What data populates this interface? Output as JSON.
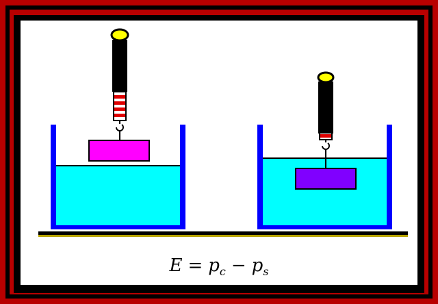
{
  "figure": {
    "formula": {
      "E": "E",
      "equals": "=",
      "p": "p",
      "c": "c",
      "minus": "−",
      "s": "s"
    }
  },
  "colors": {
    "frame_red": "#b80000",
    "frame_black": "#000000",
    "water": "#00ffff",
    "container_wall": "#0000ff",
    "block_left": "#ff00ff",
    "block_right": "#8000ff",
    "ring": "#ffff00",
    "floor": "#000000",
    "floor_shadow": "#b8a400",
    "stripe_red": "#e00000"
  }
}
